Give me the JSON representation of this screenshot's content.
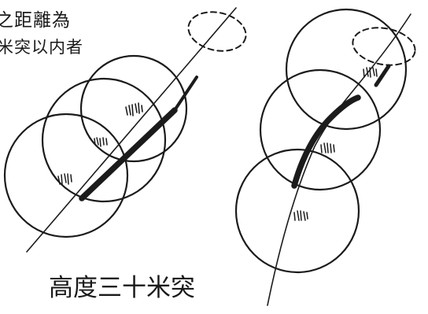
{
  "annotation": {
    "line1": "之距離為",
    "line2": "米突以内者"
  },
  "bottom_label": "高度三十米突",
  "hatch_mark": "ıı/ı|"
}
